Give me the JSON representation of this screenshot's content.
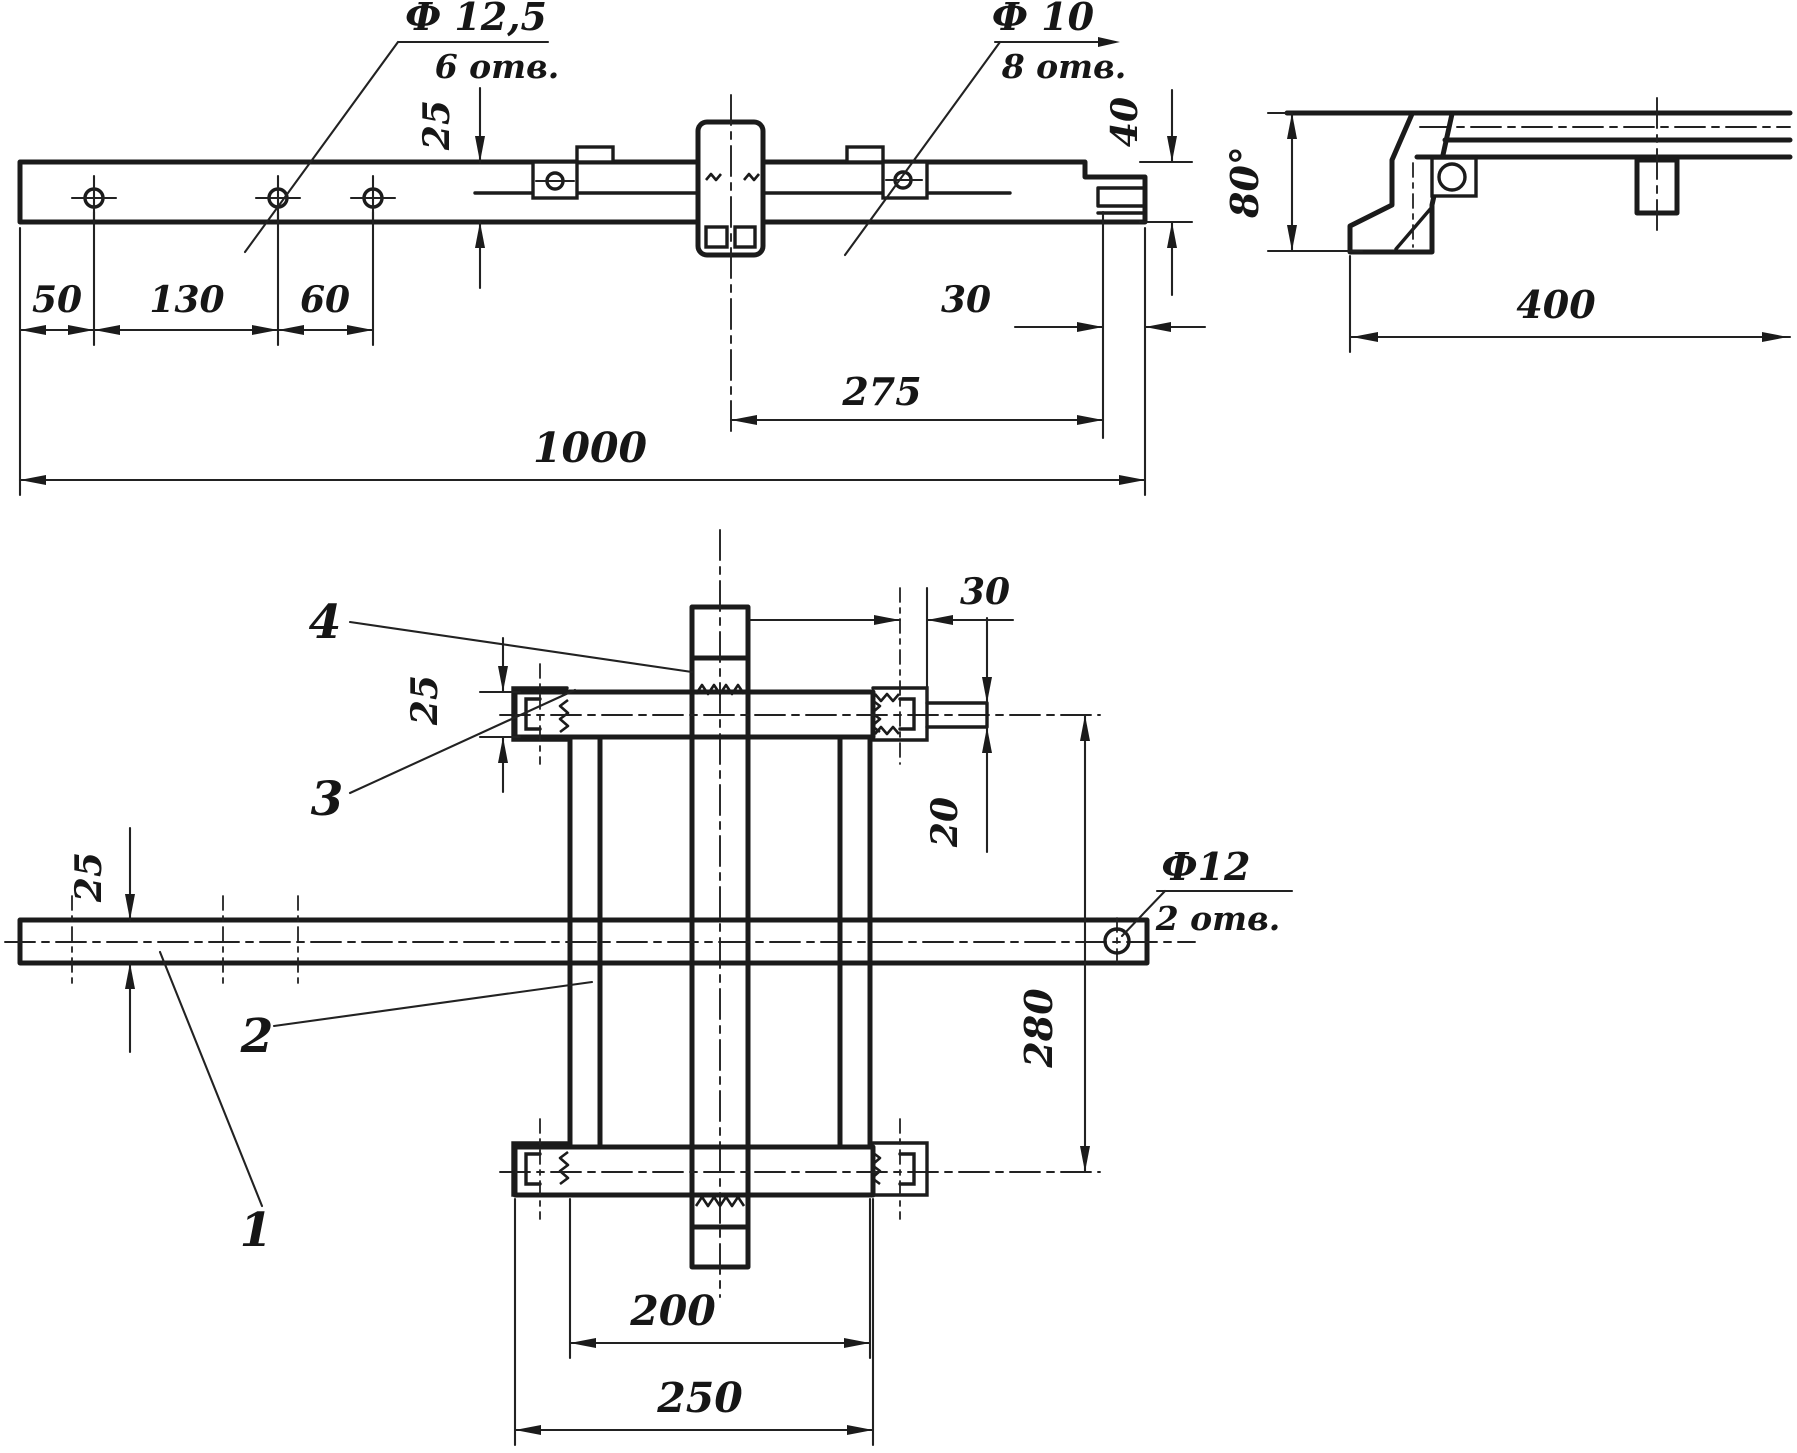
{
  "colors": {
    "paper": "#ffffff",
    "ink": "#1b1b1b"
  },
  "side_view": {
    "callout_a": {
      "dia": "Ф 12,5",
      "holes": "6 отв."
    },
    "callout_b": {
      "dia": "Ф 10",
      "holes": "8 отв."
    },
    "dim_thickness": "25",
    "dim_50": "50",
    "dim_130": "130",
    "dim_60": "60",
    "dim_30": "30",
    "dim_275": "275",
    "dim_40": "40",
    "dim_total": "1000"
  },
  "end_view": {
    "dim_height": "80°",
    "dim_length": "400"
  },
  "plan_view": {
    "callout": {
      "dia": "Ф12",
      "holes": "2 отв."
    },
    "dim_30": "30",
    "dim_20": "20",
    "dim_crossbar": "25",
    "dim_arm": "25",
    "dim_280": "280",
    "dim_200": "200",
    "dim_250": "250",
    "label_1": "1",
    "label_2": "2",
    "label_3": "3",
    "label_4": "4"
  }
}
